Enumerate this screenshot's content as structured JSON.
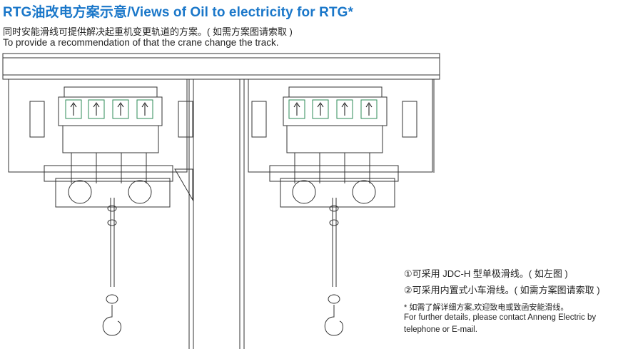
{
  "header": {
    "title": "RTG油改电方案示意/Views of Oil to electricity for RTG*",
    "subtitle_cn": "同时安能滑线可提供解决起重机变更轨道的方案。( 如需方案图请索取 )",
    "subtitle_en": "To provide a recommendation of that the crane change the track."
  },
  "notes": {
    "option1": "①可采用 JDC-H 型单极滑线。( 如左图 )",
    "option2": "②可采用内置式小车滑线。( 如需方案图请索取 )",
    "footnote_cn": "* 如需了解详细方案,欢迎致电或致函安能滑线。",
    "footnote_en_line1": "For further details, please contact  Anneng Electric by",
    "footnote_en_line2": "telephone or E-mail."
  },
  "colors": {
    "title": "#1a77c9",
    "line": "#333333",
    "insulator": "#2e8b57"
  }
}
